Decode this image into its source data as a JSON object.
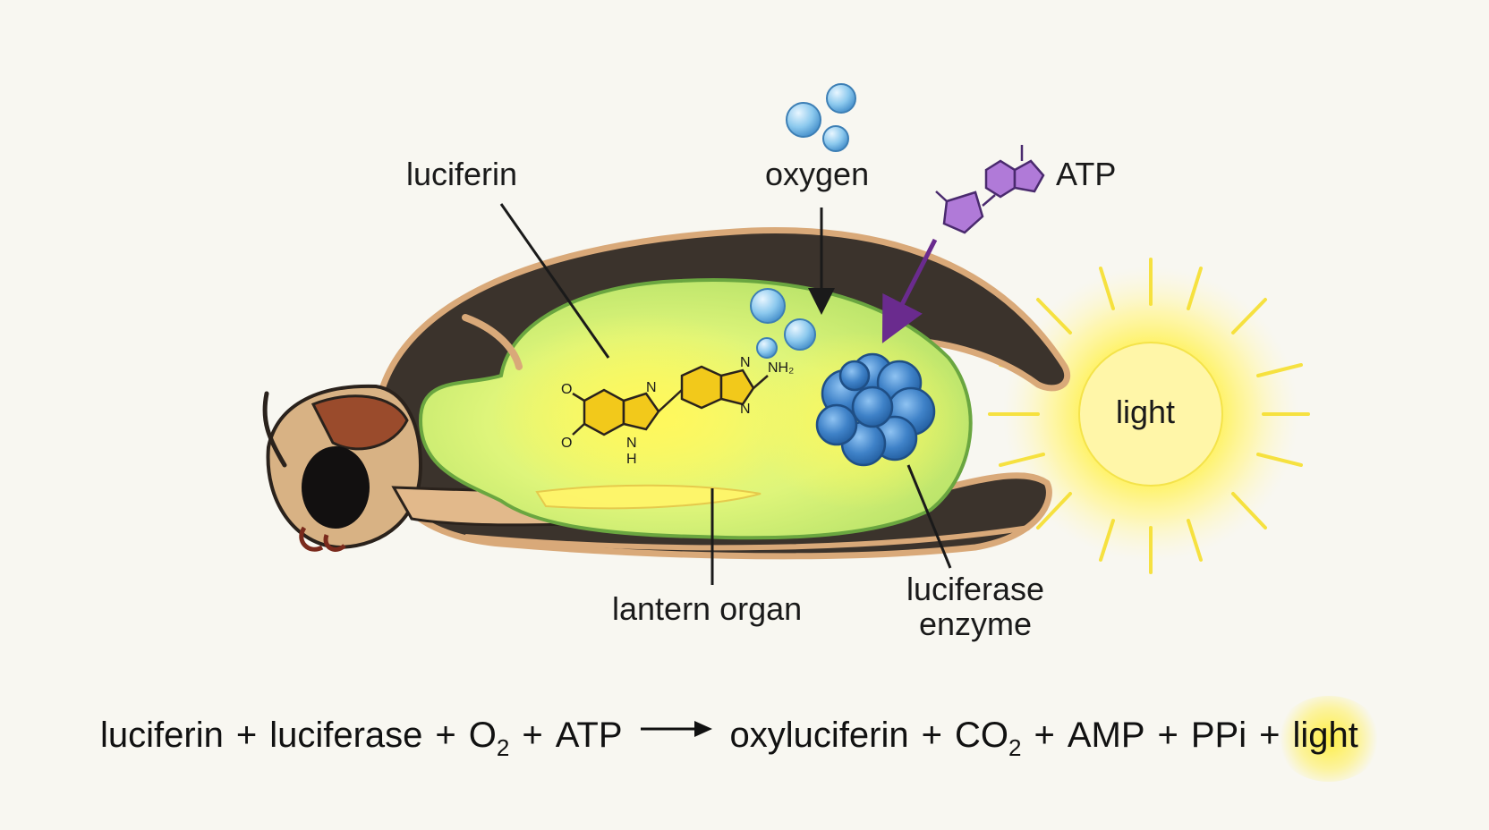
{
  "labels": {
    "luciferin": "luciferin",
    "oxygen": "oxygen",
    "atp": "ATP",
    "light": "light",
    "lantern_organ": "lantern organ",
    "luciferase_enzyme": "luciferase enzyme"
  },
  "molecule_text": {
    "o_top": "O",
    "o_bottom": "O",
    "n1": "N",
    "nh": "N",
    "h": "H",
    "n2": "N",
    "n3": "N",
    "nh2": "NH₂"
  },
  "equation": {
    "t1": "luciferin",
    "t2": "luciferase",
    "t3_main": "O",
    "t3_sub": "2",
    "t4": "ATP",
    "t5": "oxyluciferin",
    "t6_main": "CO",
    "t6_sub": "2",
    "t7": "AMP",
    "t8": "PPi",
    "t9": "light",
    "plus": "+"
  },
  "colors": {
    "background": "#f8f7f1",
    "wing": "#3b332c",
    "wing_edge": "#d9a979",
    "lantern": "#c9ec6e",
    "glow": "#fff04a",
    "bubble": "#8cc9ee",
    "enzyme": "#3f82c8",
    "atp": "#b07ad8",
    "luciferin_molecule": "#f2c91b"
  },
  "icons": [
    "oxygen-bubble-icon",
    "atp-molecule-icon",
    "luciferin-molecule-icon",
    "luciferase-enzyme-icon",
    "light-sun-icon",
    "firefly-icon"
  ]
}
